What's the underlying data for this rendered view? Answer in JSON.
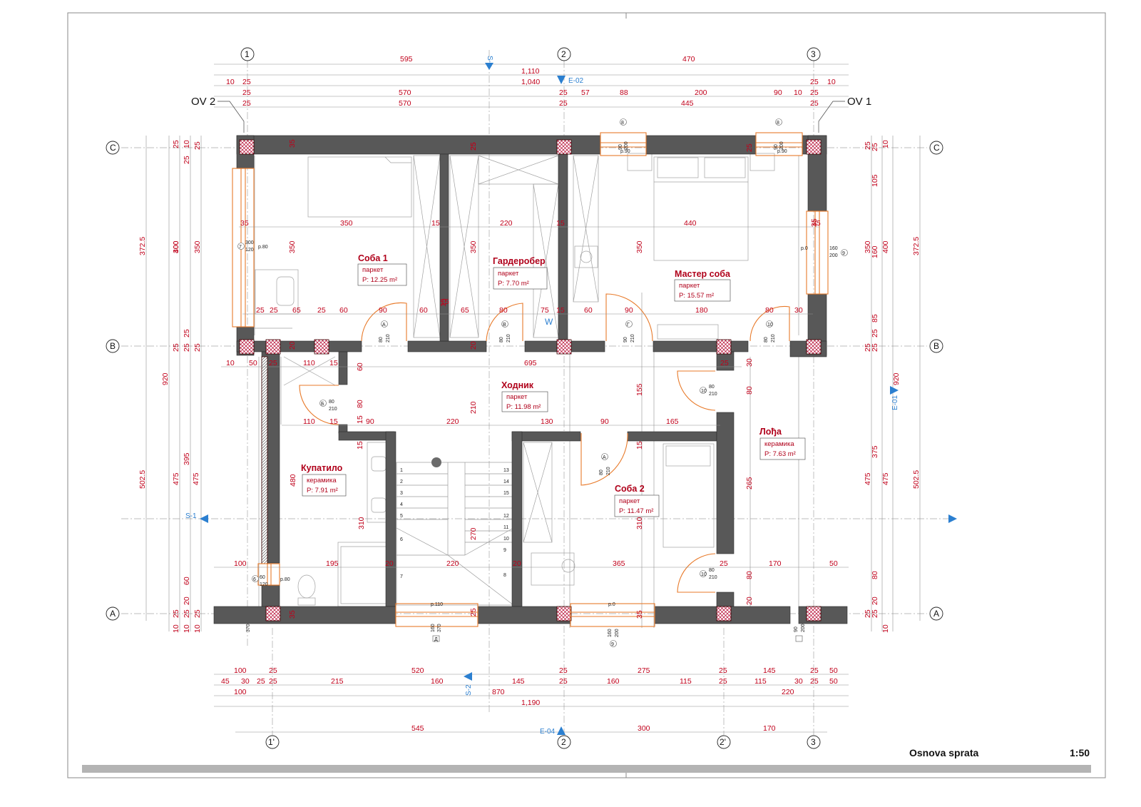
{
  "title": {
    "name": "Osnova sprata",
    "scale": "1:50"
  },
  "callouts": {
    "ov2": "OV 2",
    "ov1": "OV 1"
  },
  "grid": {
    "axis_1": "1",
    "axis_2": "2",
    "axis_3": "3",
    "axis_1p": "1'",
    "axis_2p": "2'",
    "axis_a": "A",
    "axis_b": "B",
    "axis_c": "C"
  },
  "sections": {
    "s_top": "S-",
    "s1": "S-1",
    "s2": "S-2",
    "e01": "E-01",
    "e02": "E-02",
    "e04": "E-04"
  },
  "rooms": [
    {
      "name": "Соба 1",
      "floor": "паркет",
      "area": "P: 12.25 m²"
    },
    {
      "name": "Гардеробер",
      "floor": "паркет",
      "area": "P: 7.70 m²"
    },
    {
      "name": "Мастер соба",
      "floor": "паркет",
      "area": "P: 15.57 m²"
    },
    {
      "name": "Ходник",
      "floor": "паркет",
      "area": "P: 11.98 m²"
    },
    {
      "name": "Лођа",
      "floor": "керамика",
      "area": "P: 7.63 m²"
    },
    {
      "name": "Купатило",
      "floor": "керамика",
      "area": "P: 7.91 m²"
    },
    {
      "name": "Соба 2",
      "floor": "паркет",
      "area": "P: 11.47 m²"
    }
  ],
  "dimensions": {
    "top_r1": [
      "595",
      "470"
    ],
    "top_r2": [
      "1,110"
    ],
    "top_r3": [
      "10",
      "25",
      "1,040",
      "25",
      "10"
    ],
    "top_r4": [
      "25",
      "570",
      "25",
      "57",
      "88",
      "200",
      "90",
      "10",
      "25"
    ],
    "top_r5": [
      "25",
      "570",
      "25",
      "445",
      "25"
    ],
    "bot_r1": [
      "100",
      "25",
      "520",
      "25",
      "275",
      "25",
      "145",
      "25",
      "50"
    ],
    "bot_r2": [
      "45",
      "30",
      "25",
      "25",
      "215",
      "160",
      "145",
      "25",
      "160",
      "115",
      "25",
      "115",
      "30",
      "25",
      "50"
    ],
    "bot_r3": [
      "100",
      "870",
      "220"
    ],
    "bot_r4": [
      "1,190"
    ],
    "bot_r5": [
      "545",
      "300",
      "170"
    ],
    "left_o1": [
      "372.5",
      "920",
      "502.5"
    ],
    "left_o2": [
      "400",
      "475"
    ],
    "left_o3": [
      "10",
      "25",
      "25",
      "25",
      "395",
      "60",
      "20",
      "25",
      "10"
    ],
    "left_o4": [
      "25",
      "300",
      "25",
      "475",
      "25",
      "10"
    ],
    "left_o5": [
      "25",
      "350",
      "25",
      "25",
      "10"
    ],
    "right_o1": [
      "372.5",
      "920",
      "502.5"
    ],
    "right_o2": [
      "400",
      "475"
    ],
    "right_o3": [
      "10",
      "25",
      "25",
      "105",
      "160",
      "85",
      "25",
      "375",
      "80",
      "20",
      "25",
      "10"
    ],
    "right_o4": [
      "25",
      "350",
      "25",
      "475",
      "25"
    ],
    "inner_h1": [
      "35",
      "350",
      "15",
      "220",
      "15",
      "440",
      "35"
    ],
    "inner_h2": [
      "25",
      "25",
      "65",
      "25",
      "60",
      "90",
      "60",
      "15",
      "65",
      "80",
      "75",
      "15",
      "60",
      "90",
      "180",
      "80",
      "30"
    ],
    "inner_h3": [
      "10",
      "50",
      "25",
      "110",
      "15",
      "695",
      "25"
    ],
    "inner_h4": [
      "110",
      "15",
      "90",
      "220",
      "130",
      "90",
      "165"
    ],
    "inner_h5": [
      "100",
      "195",
      "20",
      "220",
      "20",
      "365",
      "25",
      "170",
      "50"
    ],
    "inner_v": [
      "35",
      "25",
      "350",
      "350",
      "350",
      "15",
      "60",
      "80",
      "15",
      "15",
      "210",
      "155",
      "80",
      "265",
      "480",
      "310",
      "270",
      "310",
      "80",
      "20",
      "35",
      "35",
      "25",
      "25",
      "25",
      "20",
      "30",
      "20",
      "15",
      "35"
    ]
  },
  "openings": {
    "door_a": "A",
    "door_b": "Б",
    "door_v": "В",
    "door_g": "Г",
    "door_d": "Д",
    "win_7": "7",
    "win_8": "8",
    "win_9": "9",
    "o_80": "80",
    "o_90": "90",
    "o_60": "60",
    "o_110": "110",
    "o_120": "120",
    "o_160": "160",
    "o_200": "200",
    "o_210": "210",
    "o_300": "300",
    "o_370": "370",
    "o_p80": "p.80",
    "o_p0": "p.0",
    "o_p110": "p.110",
    "o_p90": "p.90",
    "o_10": "10",
    "o_6": "6",
    "o_w": "W"
  },
  "stairs": [
    "1",
    "2",
    "3",
    "4",
    "5",
    "6",
    "7",
    "8",
    "9",
    "10",
    "11",
    "12",
    "13",
    "14",
    "15"
  ],
  "colors": {
    "wall": "#585858",
    "dimension": "#c0001a",
    "section": "#2b7fd0",
    "opening": "#e87a2a",
    "grid": "#9a9a9a"
  }
}
